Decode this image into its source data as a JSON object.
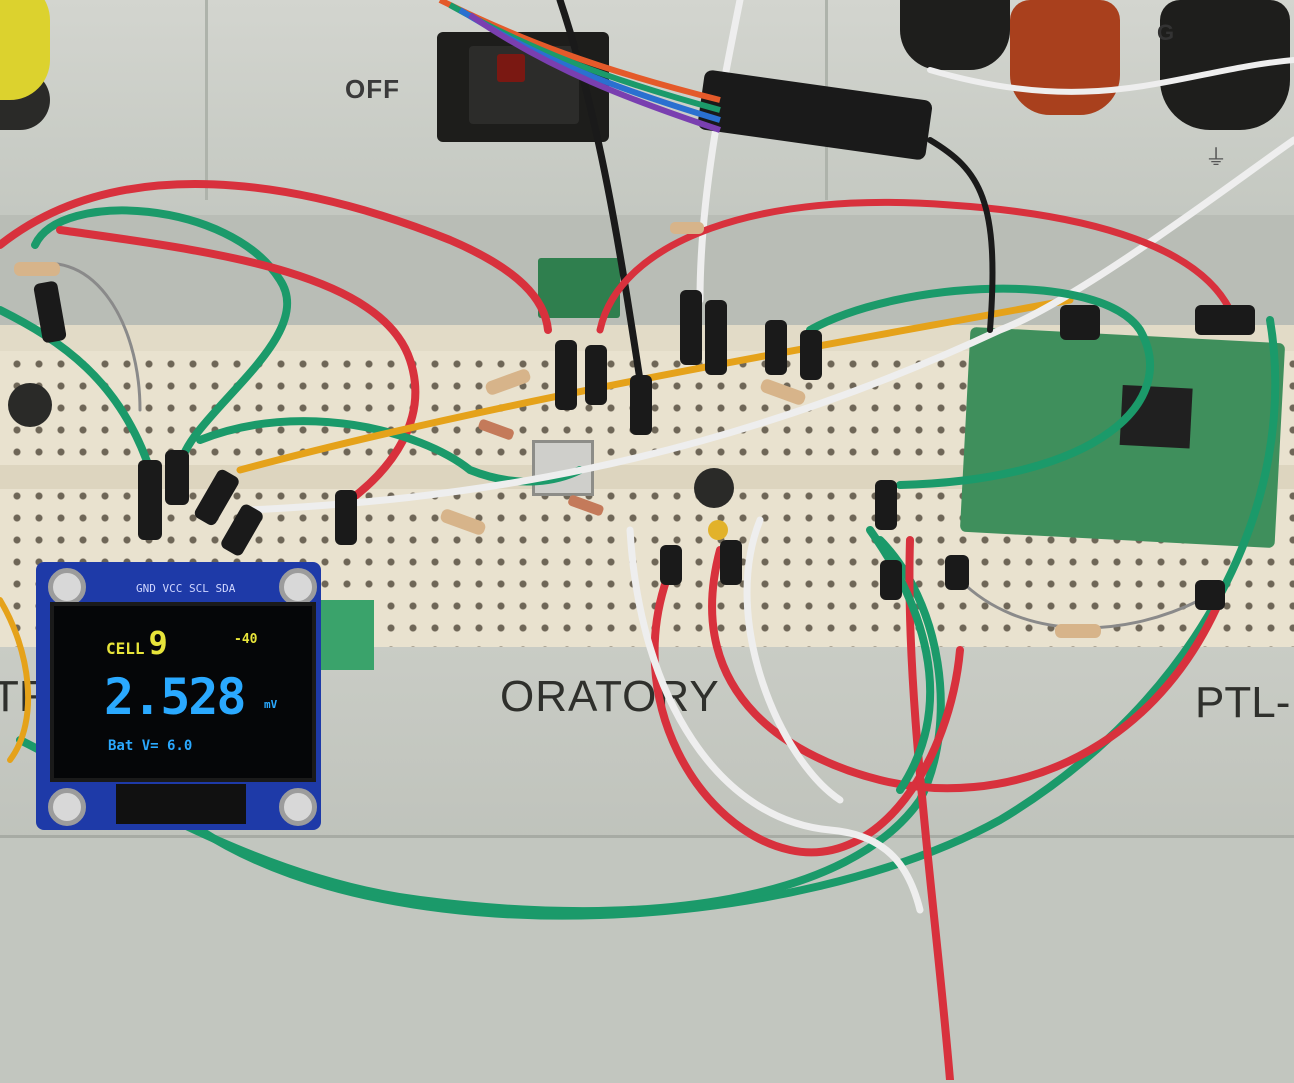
{
  "panel": {
    "switch_label": "OFF",
    "jack_label": "G",
    "brand_partial_left": "TR",
    "brand_partial": "ORATORY",
    "model_partial": "PTL-"
  },
  "oled": {
    "pin_labels": "GND VCC SCL SDA",
    "cell_label": "CELL",
    "cell_number": "9",
    "rssi": "-40",
    "reading": "2.528",
    "unit": "mV",
    "battery": "Bat V= 6.0"
  },
  "colors": {
    "oled_yellow": "#e7e43a",
    "oled_blue": "#2aa9ff",
    "wire_green": "#1b9a6a",
    "wire_red": "#d8313d",
    "wire_white": "#eeeeee",
    "wire_black": "#1a1a1a",
    "wire_yellow": "#e5a21a"
  }
}
